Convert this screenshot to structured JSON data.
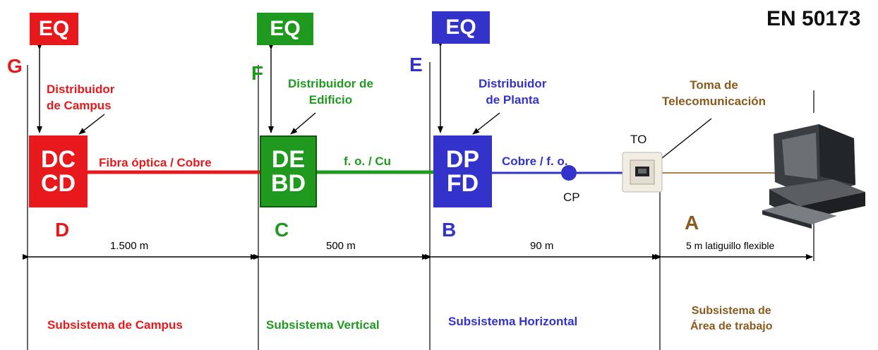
{
  "standard": "EN 50173",
  "equipment": [
    {
      "label": "EQ",
      "color": "#e8191c"
    },
    {
      "label": "EQ",
      "color": "#1f9a1f"
    },
    {
      "label": "EQ",
      "color": "#3333cc"
    }
  ],
  "interfaces": {
    "g": "G",
    "f": "F",
    "e": "E",
    "d": "D",
    "c": "C",
    "b": "B",
    "a": "A"
  },
  "distributors": {
    "campus": {
      "line1": "DC",
      "line2": "CD",
      "name_1": "Distribuidor",
      "name_2": "de Campus"
    },
    "building": {
      "line1": "DE",
      "line2": "BD",
      "name_1": "Distribuidor de",
      "name_2": "Edificio"
    },
    "floor": {
      "line1": "DP",
      "line2": "FD",
      "name_1": "Distribuidor",
      "name_2": "de Planta"
    }
  },
  "cables": {
    "campus": "Fibra óptica / Cobre",
    "vertical": "f. o. / Cu",
    "horizontal": "Cobre / f. o."
  },
  "cp_label": "CP",
  "to": {
    "label": "TO",
    "name_1": "Toma de",
    "name_2": "Telecomunicación"
  },
  "distances": {
    "campus": "1.500 m",
    "vertical": "500 m",
    "horizontal": "90 m",
    "work_area": "5 m latiguillo flexible"
  },
  "subsystems": {
    "campus": "Subsistema de Campus",
    "vertical": "Subsistema Vertical",
    "horizontal": "Subsistema Horizontal",
    "work_area_1": "Subsistema de",
    "work_area_2": "Área de trabajo"
  },
  "colors": {
    "campus": "#e8191c",
    "vertical": "#1f9a1f",
    "horizontal": "#3333cc",
    "work_area": "#8a5a1e"
  }
}
